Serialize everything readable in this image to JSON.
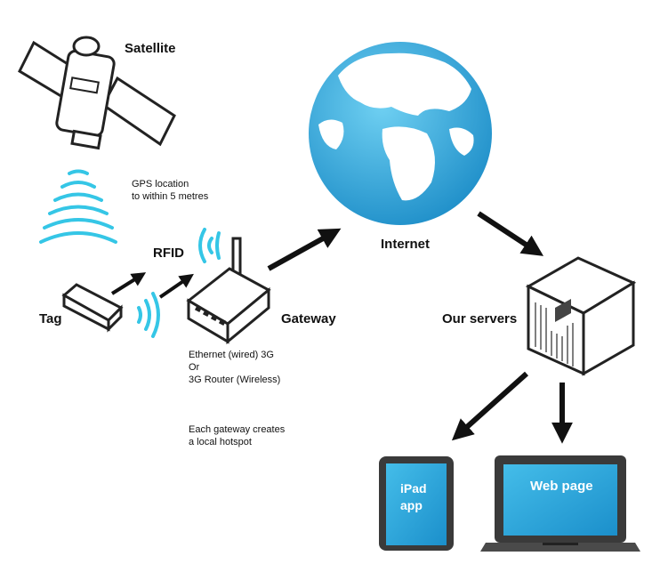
{
  "labels": {
    "satellite": "Satellite",
    "gps_line1": "GPS location",
    "gps_line2": "to within 5 metres",
    "rfid": "RFID",
    "tag": "Tag",
    "gateway": "Gateway",
    "internet": "Internet",
    "servers": "Our servers",
    "eth_line1": "Ethernet (wired) 3G",
    "eth_line2": "Or",
    "eth_line3": "3G Router (Wireless)",
    "hotspot_line1": "Each gateway creates",
    "hotspot_line2": "a local hotspot",
    "ipad_line1": "iPad",
    "ipad_line2": "app",
    "webpage": "Web page"
  },
  "colors": {
    "signal": "#35c6e6",
    "ocean": "#3ab0df",
    "land": "#ffffff",
    "screen": "#2aa7dc",
    "arrow": "#111111"
  }
}
